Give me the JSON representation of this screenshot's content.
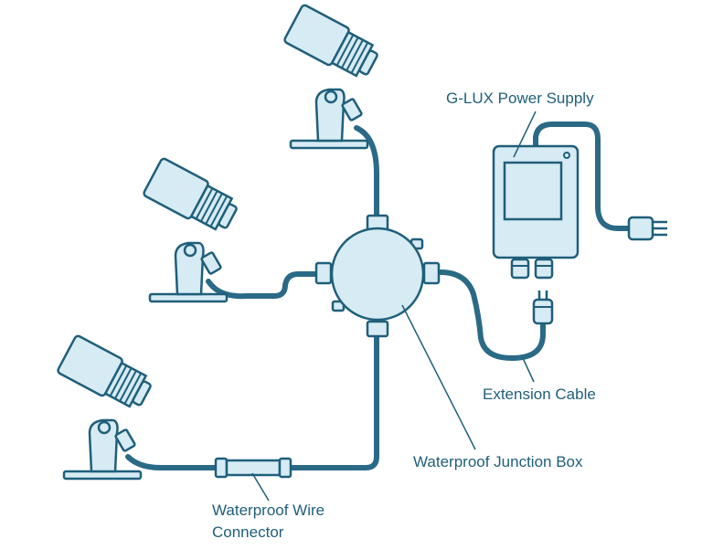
{
  "labels": {
    "power_supply": "G-LUX Power Supply",
    "extension_cable": "Extension Cable",
    "junction_box": "Waterproof Junction Box",
    "wire_connector_line1": "Waterproof Wire",
    "wire_connector_line2": "Connector"
  },
  "colors": {
    "stroke": "#1f5f7a",
    "fill": "#d6ebf4",
    "cable": "#2a6a86",
    "text": "#1f5f7a"
  },
  "icons": [
    "spotlight-icon",
    "junction-box-icon",
    "power-supply-icon",
    "plug-icon",
    "wire-connector-icon"
  ]
}
